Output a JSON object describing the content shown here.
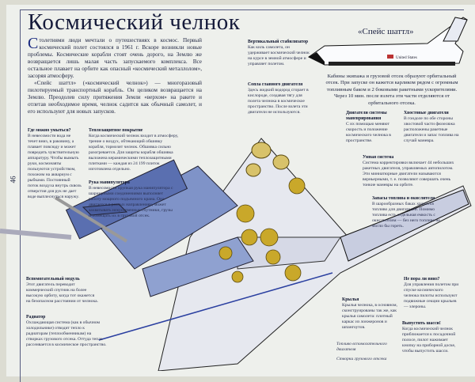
{
  "page_number": "46",
  "title": "Космический челнок",
  "intro": {
    "drop_cap": "С",
    "p1": "толетиями люди мечтали о путешествиях в космос. Первый космический полет состоялся в 1961 г. Вскоре возникли новые проблемы. Космические корабли стоят очень дорого, на Землю же возвращается лишь малая часть запускаемого комплекса. Все остальное плавает на орбите как опасный «космический металлолом», засоряя атмосферу.",
    "p2": "«Спейс шаттл» («космический челнок») — многоразовый пилотируемый транспортный корабль. Он целиком возвращается на Землю. Преодолев силу притяжения Земли «верхом» на ракете и отлетав необходимое время, челнок садится как обычный самолет, и его используют для новых запусков."
  },
  "shuttle": {
    "title": "«Спейс шаттл»",
    "marking": "United States",
    "caption": "Кабины экипажа и грузовой отсек образуют орбитальный отсек. При запуске он кажется карликом рядом с огромным топливным баком и 2 боковыми ракетными ускорителями. Через 10 мин. после взлета эти части отделяются от орбитального отсека."
  },
  "callouts": {
    "stabilizer": {
      "title": "Вертикальный стабилизатор",
      "text": "Как киль самолета, он удерживает космический челнок на курсе в земной атмосфере и управляет полетом."
    },
    "nozzles": {
      "title": "Сопла главного двигателя",
      "text": "Здесь жидкий водород сгорает в кислороде, создавая тягу для полета челнока в космическое пространство. После взлета эти двигатели не используются."
    },
    "oms": {
      "title": "Двигатели системы маневрирования",
      "text": "С их помощью меняют скорость и положение космического челнока в пространстве."
    },
    "tail": {
      "title": "Хвостовые двигатели",
      "text": "В гондоле по обе стороны хвостовой части фюзеляжа расположены ракетные двигатели и запас топлива на случай маневра."
    },
    "smart": {
      "title": "Умная система",
      "text": "Система корректировки включает 44 небольших ракетных двигателя, управляемых автопилотом. Эти миниатюрные двигатели называются верньерными, т. е. позволяют совершать очень тонкие маневры на орбите."
    },
    "fuel": {
      "title": "Запасы топлива и окислителя",
      "text": "В шарообразных баках хранится топливо для двигателей. Помимо топлива есть отдельная емкость с окислителем — без него топливо не могло бы гореть."
    },
    "wash": {
      "title": "Где можно умыться?",
      "text": "В невесомости вода не течет вниз, в раковину, а плавает повсюду и может повредить чувствительную аппаратуру. Чтобы вымыть руки, космонавты пользуются устройством, похожим на аквариум с рыбками. Постоянный поток воздуха внутрь сквозь отверстия для рук не дает воде выплеснуться наружу."
    },
    "heat": {
      "title": "Теплозащитное покрытие",
      "text": "Когда космический челнок входит в атмосферу, трение о воздух, обтекающий обшивку корабля, тормозит челнок. Обшивка сильно разогревается. Для защиты корабля обшивка выложена керамическими теплозащитными плитками — каждая из 24 199 плиток изготовлена отдельно."
    },
    "arm": {
      "title": "Рука манипулятора",
      "text": "В невесомости хрупкая рука манипулятора с шарнирными соединениями выполняет работу мощного подъемного крана. Она двигается в разных направлениях, может захватывать искусственные спутники, грузы и помещать их в грузовой отсек."
    },
    "module": {
      "title": "Вспомогательный модуль",
      "text": "Этот двигатель переводит коммерческий спутник на более высокую орбиту, когда тот окажется на безопасном расстоянии от челнока."
    },
    "radiator": {
      "title": "Радиатор",
      "text": "Охлаждающая система (как в обычном холодильнике) отводит тепло к радиаторам (теплообменникам) на створках грузового отсека. Оттуда тепло рассеивается в космическое пространство."
    },
    "wings": {
      "title": "Крылья",
      "text": "Крылья челнока, в основном, сконструированы так же, как крылья самолета: плотный каркас из лонжеронов и шпангоутов."
    },
    "aux_fuel": "Топливо вспомогательного двигателя",
    "bay_doors": "Створки грузового отсека",
    "down": {
      "title": "Не пора ли вниз?",
      "text": "Для управления полетом при спуске космического челнока пилоты используют подвижные секции крыльев — элероны."
    },
    "gear": {
      "title": "Выпустить шасси!",
      "text": "Когда космический челнок приближается к посадочной полосе, пилот нажимает кнопку на приборной доске, чтобы выпустить шасси."
    }
  },
  "colors": {
    "ink": "#1e2440",
    "paper": "#eef0ec",
    "gold": "#c9a82a",
    "blue": "#3a4fa8"
  }
}
